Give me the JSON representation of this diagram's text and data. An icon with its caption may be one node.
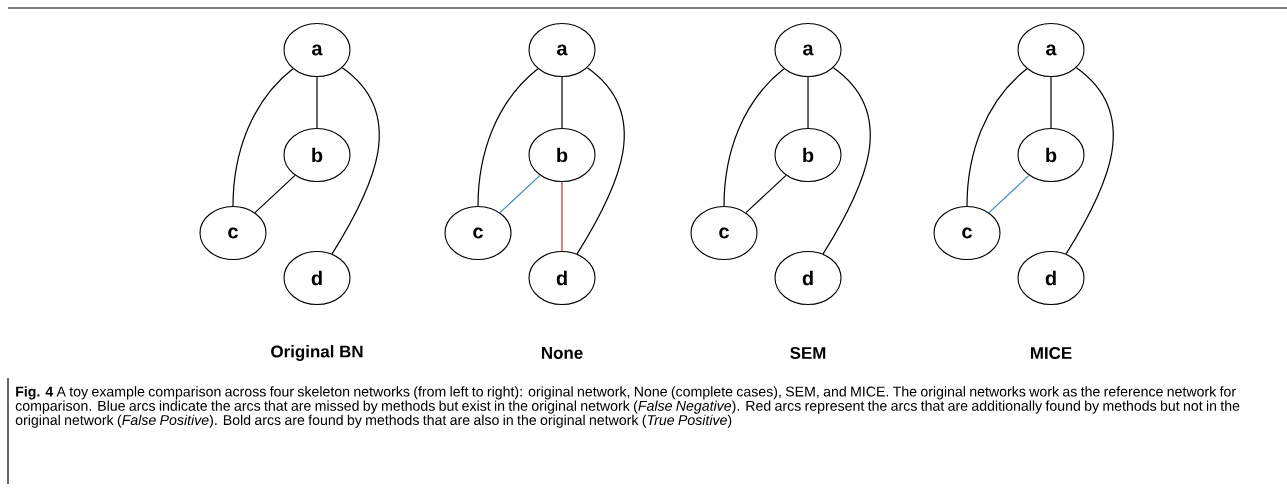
{
  "diagram": {
    "caption": "**Fig. 4** A toy example comparison across four skeleton networks (from left to right): original network, None (complete cases), SEM, and MICE. The original networks work as the reference network for comparison. Blue arcs indicate the arcs that are missed by methods but exist in the original network (*False Negative*). Red arcs represent the arcs that are additionally found by methods but not in the original network (*False Positive*). Bold arcs are found by methods that are also in the original network (*True Positive*)",
    "nodes": [
      {
        "text": [
          "a"
        ]
      },
      {
        "text": [
          "b"
        ]
      },
      {
        "text": [
          "c"
        ]
      },
      {
        "text": [
          "d"
        ]
      },
      {
        "text": [
          "a"
        ]
      },
      {
        "text": [
          "b"
        ]
      },
      {
        "text": [
          "c"
        ]
      },
      {
        "text": [
          "d"
        ]
      },
      {
        "text": [
          "a"
        ]
      },
      {
        "text": [
          "b"
        ]
      },
      {
        "text": [
          "c"
        ]
      },
      {
        "text": [
          "d"
        ]
      },
      {
        "text": [
          "a"
        ]
      },
      {
        "text": [
          "b"
        ]
      },
      {
        "text": [
          "c"
        ]
      },
      {
        "text": [
          "d"
        ]
      }
    ],
    "edges": [
      {
        "from": 0,
        "to": 1,
        "arrow": "none"
      },
      {
        "from": 0,
        "to": 2,
        "arrow": "none"
      },
      {
        "from": 0,
        "to": 3,
        "arrow": "none"
      },
      {
        "from": 1,
        "to": 2,
        "arrow": "none"
      },
      {
        "from": 4,
        "to": 5,
        "arrow": "none"
      },
      {
        "from": 4,
        "to": 6,
        "arrow": "none"
      },
      {
        "from": 4,
        "to": 7,
        "arrow": "none"
      },
      {
        "from": 5,
        "to": 6,
        "arrow": "none",
        "color": "#3f86c8"
      },
      {
        "from": 5,
        "to": 7,
        "arrow": "none",
        "color": "#d42a2a"
      },
      {
        "from": 8,
        "to": 9,
        "arrow": "none"
      },
      {
        "from": 8,
        "to": 10,
        "arrow": "none"
      },
      {
        "from": 8,
        "to": 11,
        "arrow": "none"
      },
      {
        "from": 9,
        "to": 10,
        "arrow": "none"
      },
      {
        "from": 12,
        "to": 13,
        "arrow": "none"
      },
      {
        "from": 12,
        "to": 14,
        "arrow": "none"
      },
      {
        "from": 12,
        "to": 15,
        "arrow": "none"
      },
      {
        "from": 13,
        "to": 14,
        "arrow": "none",
        "color": "#3f86c8"
      }
    ],
    "labels": [
      "Original BN",
      "None",
      "SEM",
      "MICE"
    ]
  }
}
